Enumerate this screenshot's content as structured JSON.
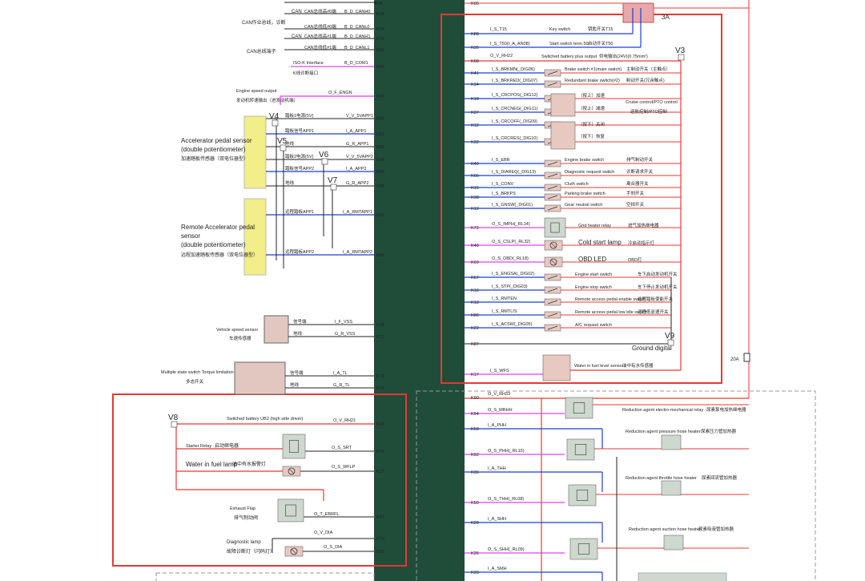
{
  "ecu": {
    "fill": "#1f4d3a"
  },
  "colors": {
    "red": "#e53935",
    "blue": "#1e3fcf",
    "magenta": "#e040fb",
    "black": "#222222",
    "yellow": "#f3ed8a",
    "highlight": "#e53935"
  },
  "voltage_tags": [
    "V3",
    "V4",
    "V5",
    "V6",
    "V7",
    "V8",
    "V9"
  ],
  "misc": {
    "fuse_20a": "20A",
    "fuse_3a": "3A",
    "k05": "K05",
    "k06": "K06"
  },
  "left": {
    "can": [
      {
        "pin": "K54",
        "group": "CAN",
        "node": "CAN总线高#0端",
        "sig": "B_D_CANH0"
      },
      {
        "pin": "K76",
        "group": "",
        "node": "CAN总线低#0端",
        "sig": "B_D_CANL0"
      },
      {
        "pin": "K75",
        "group": "CAN",
        "node": "CAN总线高#1端",
        "sig": "B_D_CANH1"
      },
      {
        "pin": "K55",
        "group": "",
        "node": "CAN总线低#1端",
        "sig": "B_D_CANL1"
      }
    ],
    "can_group_top": "CAN作业总线，诊断",
    "can_group_bot": "CAN总线端子",
    "isok": {
      "pin": "K53",
      "label": "ISO-K Interface",
      "label2": "K线诊断接口",
      "sig": "B_D_COM1"
    },
    "engine_speed": {
      "pin": "K49",
      "label": "Engine speed output",
      "label2": "发动机转速输出（进发动机端）",
      "sig": "O_F_ENGN"
    },
    "accel": {
      "title": "Accelerator pedal sensor",
      "title2": "(double potentiometer)",
      "title3": "加速踏板传感器（双电位器型）",
      "rows": [
        {
          "pin": "K45",
          "node": "踏板1电源(5V)",
          "sig": "V_V_5VAPP1"
        },
        {
          "pin": "K61",
          "node": "踏板信号APP1",
          "sig": "I_A_APP1"
        },
        {
          "pin": "K52",
          "node": "地线",
          "sig": "G_R_APP1"
        },
        {
          "pin": "K44",
          "node": "踏板2电源(5V)",
          "sig": "V_V_5VAPP2"
        },
        {
          "pin": "K83",
          "node": "踏板信号APP2",
          "sig": "I_A_APP2"
        },
        {
          "pin": "K84",
          "node": "地线",
          "sig": "G_R_APP2"
        }
      ]
    },
    "remote": {
      "title": "Remote Accelerator pedal",
      "title2": "sensor",
      "title3": "(double potentiometer)",
      "title4": "远程加速踏板传感器（双电位器型）",
      "rows": [
        {
          "pin": "K63",
          "node": "远程踏板APP1",
          "sig": "I_A_RMTAPP1"
        },
        {
          "pin": "K85",
          "node": "远程踏板APP2",
          "sig": "I_A_RMTAPP2"
        }
      ]
    },
    "vss": {
      "title": "Vehicle speed sensor",
      "title2": "车速传感器",
      "rows": [
        {
          "pin": "K34",
          "node": "信号端",
          "sig": "I_F_VSS"
        },
        {
          "pin": "K11",
          "node": "地线",
          "sig": "G_R_VSS"
        }
      ]
    },
    "torque": {
      "title": "Multiple state switch Torque limitation",
      "title2": "多态开关",
      "rows": [
        {
          "pin": "K79",
          "node": "信号端",
          "sig": "I_A_TL"
        },
        {
          "pin": "K74",
          "node": "地线",
          "sig": "G_R_TL"
        }
      ]
    },
    "lower": {
      "battery": {
        "pin": "K29",
        "label": "Switched battery UB2 (high side driver)",
        "sig": "O_V_RH21"
      },
      "starter": {
        "pin": "K71",
        "label": "Starter Relay",
        "label2": "启动继电器",
        "sig": "O_S_SRT"
      },
      "wif": {
        "pin": "K27",
        "label": "Water in fuel lamp",
        "label2": "油中有水报警灯",
        "sig": "O_S_WFLP"
      },
      "flap": {
        "pin": "K47",
        "label": "Exhaust Flap",
        "label2": "排气制动阀",
        "sig": "O_T_EBRFL"
      },
      "dia_v": {
        "pin": "K70",
        "sig": "O_V_DIA"
      },
      "dia": {
        "pin": "K65",
        "label": "Diagnostic lamp",
        "label2": "故障诊断灯（闪码灯）",
        "sig": "O_S_DIA"
      }
    }
  },
  "right": {
    "top": {
      "pin": "K88",
      "sig": "I_S_T15",
      "label": "Key switch",
      "label2": "钥匙开关T15"
    },
    "t50": {
      "pin": "K35",
      "sig": "I_S_T50(I_A_AN08)",
      "label": "Start switch term.50",
      "label2": "启动开关T50"
    },
    "rh22": {
      "pin": "K68",
      "sig": "O_V_RH22",
      "label": "Switched battery plus output",
      "label2": "供电输出(24V)(0.75mm²)"
    },
    "inputs": [
      {
        "pin": "K41",
        "sig": "I_S_BRKMN(_DIG06)",
        "label": "Brake switch #1(main switch)",
        "label2": "主制动开关（主触点）"
      },
      {
        "pin": "K14",
        "sig": "I_S_BRKRED(_DIG07)",
        "label": "Redundant brake switch(#2)",
        "label2": "制动开关(冗余触点)"
      },
      {
        "pin": "K18",
        "sig": "I_S_CRCPOS(_DIG12)",
        "label": "",
        "label2": ""
      },
      {
        "pin": "K37",
        "sig": "I_S_CRCNEG(_DIG11)",
        "label": "",
        "label2": ""
      },
      {
        "pin": "K12",
        "sig": "I_S_CRCOFF(_DIG09)",
        "label": "",
        "label2": ""
      },
      {
        "pin": "K32",
        "sig": "I_S_CRCRES(_DIG10)",
        "label": "",
        "label2": ""
      },
      {
        "pin": "K40",
        "sig": "I_S_EBR",
        "label": "Engine brake switch",
        "label2": "排气制动开关"
      },
      {
        "pin": "K66",
        "sig": "I_S_DIAREQ(_DIG13)",
        "label": "Diagnostic request switch",
        "label2": "诊断请求开关"
      },
      {
        "pin": "K15",
        "sig": "I_S_CONV",
        "label": "Cluth switch",
        "label2": "离合器开关"
      },
      {
        "pin": "K38",
        "sig": "I_S_BRKPS",
        "label": "Parking brake switch",
        "label2": "手刹开关"
      },
      {
        "pin": "K19",
        "sig": "I_S_GNSW(_DIG01)",
        "label": "Gear neutral switch",
        "label2": "空挡开关"
      }
    ],
    "cruise": {
      "label": "Cruise control/PTO control",
      "label2": "巡航控制/PTO控制",
      "keys": [
        "（按上）加速",
        "（按上）减速",
        "（按下）关闭",
        "（按下）恢复"
      ]
    },
    "relays": [
      {
        "pin": "K72",
        "sig": "O_S_IMPH(_RL14)",
        "label": "Grid heater relay",
        "label2": "进气加热继电器"
      },
      {
        "pin": "K48",
        "sig": "O_S_CSLP(_RL32)",
        "label": "Cold start lamp",
        "label2": "冷启动指示灯"
      },
      {
        "pin": "K69",
        "sig": "O_S_OBD(_RL18)",
        "label": "OBD  LED",
        "label2": "OBD灯"
      }
    ],
    "inputs2": [
      {
        "pin": "K67",
        "sig": "I_S_ENGSA(_DIG02)",
        "label": "Engine start switch",
        "label2": "车下启动发动机开关"
      },
      {
        "pin": "K16",
        "sig": "I_S_STP(_DIG03)",
        "label": "Engine stop switch",
        "label2": "车下停止发动机开关"
      },
      {
        "pin": "K13",
        "sig": "I_S_RMTEN",
        "label": "Remote access pedal enable  switch",
        "label2": "远程踏板使能开关"
      },
      {
        "pin": "K86",
        "sig": "I_S_RMTLIS",
        "label": "Remote access pedal low idle  switch",
        "label2": "远程低怠速开关"
      },
      {
        "pin": "K22",
        "sig": "I_S_ACSW(_DIG05)",
        "label": "A/C request switch",
        "label2": ""
      }
    ],
    "k87": {
      "pin": "K87",
      "label": "Ground digital"
    },
    "wfs": {
      "pin": "K17",
      "sig": "I_S_WFS",
      "label": "Water in fuel level sensor",
      "label2": "油中有水传感器"
    },
    "dashed": [
      {
        "pin": "K90",
        "sig": "O_V_RH33",
        "label": "",
        "label2": ""
      },
      {
        "pin": "K94",
        "sig": "O_S_MRHH",
        "label": "Reduction agent electro-mechanical relay",
        "label2": "尿素泵电加热继电器"
      },
      {
        "pin": "K58",
        "sig": "I_A_PHH",
        "label": "Reduction agent pressure hose heater",
        "label2": "尿素压力管加热器"
      },
      {
        "pin": "K92",
        "sig": "O_S_PHH(_RL15)",
        "label": "",
        "label2": ""
      },
      {
        "pin": "K36",
        "sig": "I_A_THH",
        "label": "Reduction agent throttle hose heater",
        "label2": "尿素回流管加热器"
      },
      {
        "pin": "K50",
        "sig": "O_S_THH(_RL08)",
        "label": "",
        "label2": ""
      },
      {
        "pin": "K20",
        "sig": "I_A_SHH",
        "label": "Reduction agent suction hose heater",
        "label2": "尿素吸液管加热器"
      },
      {
        "pin": "K26",
        "sig": "O_S_SHH(_RL09)",
        "label": "",
        "label2": ""
      },
      {
        "pin": "K33",
        "sig": "I_A_SMH",
        "label": "",
        "label2": ""
      }
    ]
  }
}
